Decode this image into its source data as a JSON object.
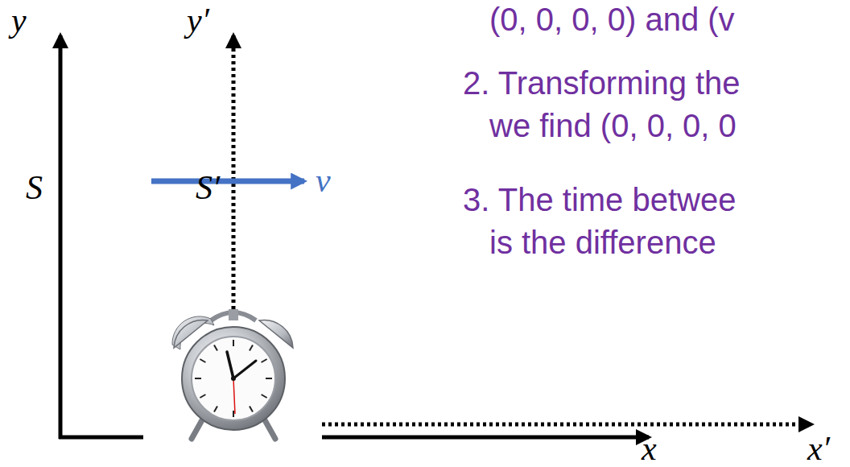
{
  "diagram": {
    "labels": [
      "y",
      "y′",
      "S",
      "S′",
      "v",
      "x",
      "x′",
      "(0, 0, 0, 0) and (v",
      "2. Transforming the",
      "we find (0, 0, 0, 0",
      "3. The time betwee",
      "is the difference"
    ]
  }
}
